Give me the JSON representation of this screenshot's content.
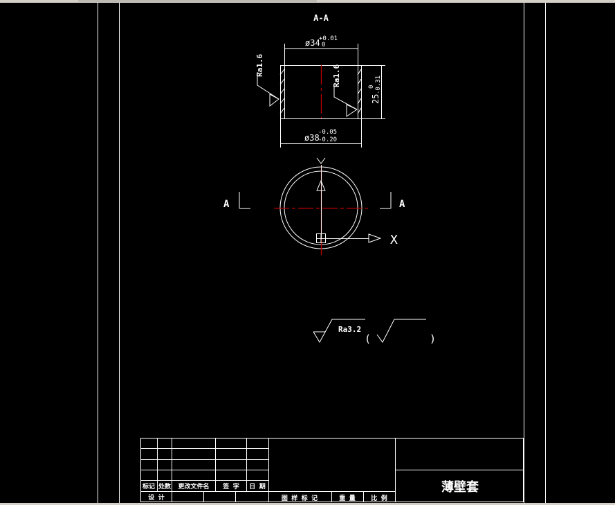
{
  "drawing": {
    "section_title": "A-A",
    "dim_outer_top": "ø34",
    "dim_outer_top_tol_upper": "+0.01",
    "dim_outer_top_tol_lower": "0",
    "dim_bottom": "ø38",
    "dim_bottom_tol_upper": "-0.05",
    "dim_bottom_tol_lower": "-0.20",
    "dim_height": "25",
    "dim_height_tol_upper": "0",
    "dim_height_tol_lower": "-0.31",
    "roughness_left": "Ra1.6",
    "roughness_right": "Ra1.6",
    "section_mark_left": "A",
    "section_mark_right": "A",
    "axis_x": "X",
    "axis_y": "Y",
    "general_roughness": "Ra3.2",
    "paren_open": "(",
    "paren_close": ")"
  },
  "title_block": {
    "col_mark": "标记",
    "col_count": "处数",
    "col_file": "更改文件名",
    "col_sign": "签 字",
    "col_date": "日 期",
    "row_design": "设 计",
    "pattern_mark": "图 样 标 记",
    "weight": "重 量",
    "scale": "比 例",
    "part_name": "薄壁套"
  },
  "colors": {
    "background": "#000000",
    "lines": "#ffffff",
    "centerline": "#c00000"
  }
}
